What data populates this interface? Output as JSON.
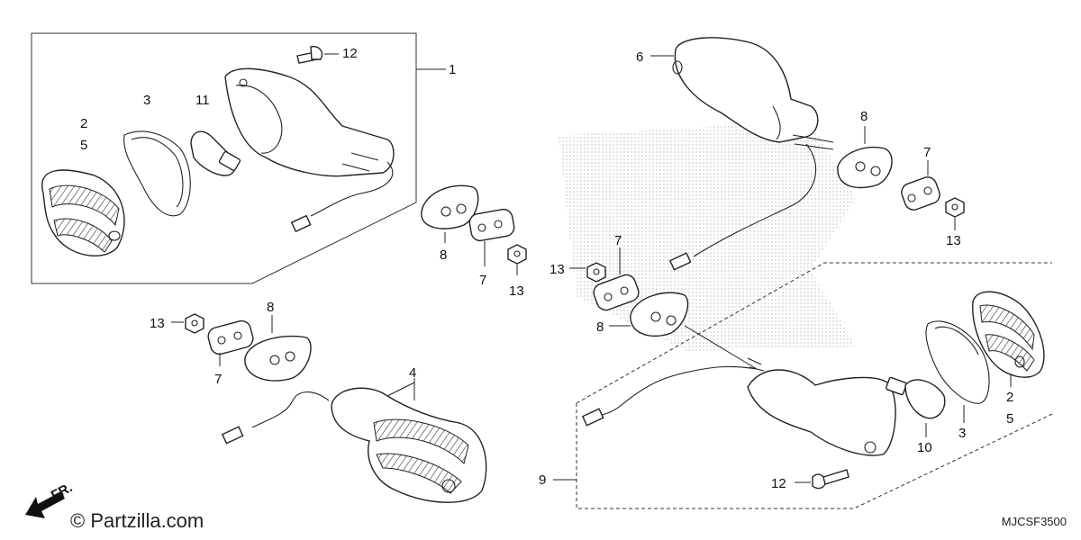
{
  "labels": {
    "l1": "1",
    "l2a": "2",
    "l5a": "5",
    "l3a": "3",
    "l11": "11",
    "l12a": "12",
    "l6": "6",
    "l8a": "8",
    "l7a": "7",
    "l13a": "13",
    "l8b": "8",
    "l7b": "7",
    "l13b": "13",
    "l13c": "13",
    "l8c": "8",
    "l7c": "7",
    "l4": "4",
    "l13d": "13",
    "l7d": "7",
    "l8d": "8",
    "l9": "9",
    "l12b": "12",
    "l10": "10",
    "l3b": "3",
    "l2b": "2",
    "l5b": "5"
  },
  "direction": "FR.",
  "footer": {
    "copyright": "© Partzilla.com",
    "code": "MJCSF3500"
  }
}
